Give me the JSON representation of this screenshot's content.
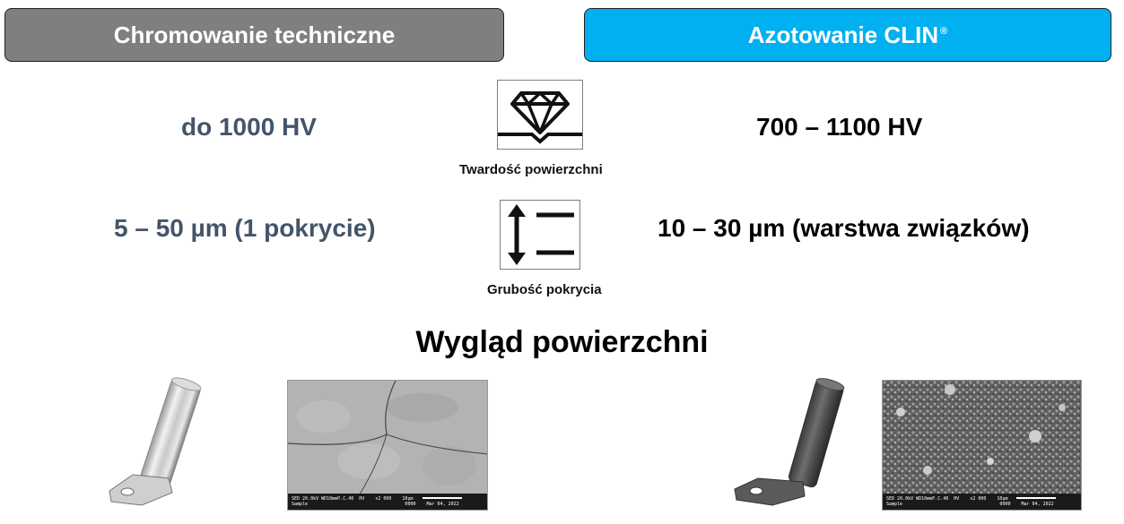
{
  "headers": {
    "left": "Chromowanie techniczne",
    "right": "Azotowanie CLIN",
    "right_mark": "®"
  },
  "rows": [
    {
      "icon": "diamond-hardness-icon",
      "label": "Twardość powierzchni",
      "left_value": "do 1000 HV",
      "right_value": "700 – 1100 HV"
    },
    {
      "icon": "thickness-arrow-icon",
      "label": "Grubość pokrycia",
      "left_value": "5 – 50 µm (1 pokrycie)",
      "right_value": "10 – 30 µm (warstwa związków)"
    }
  ],
  "section_title": "Wygląd powierzchni",
  "sem_left": {
    "caption_line1": "SED 20.0kV WD10mmP.C.40  HV    x2 000    10µm",
    "caption_line2": "Sample                                    0000    Mar 04, 2022"
  },
  "sem_right": {
    "caption_line1": "SED 20.0kV WD10mmP.C.40  HV    x2 000    10µm",
    "caption_line2": "Sample                                    0000    Mar 04, 2022"
  },
  "colors": {
    "left_header": "#7f7f7f",
    "right_header": "#00b0f0",
    "left_value_text": "#44546a",
    "right_value_text": "#000000"
  }
}
